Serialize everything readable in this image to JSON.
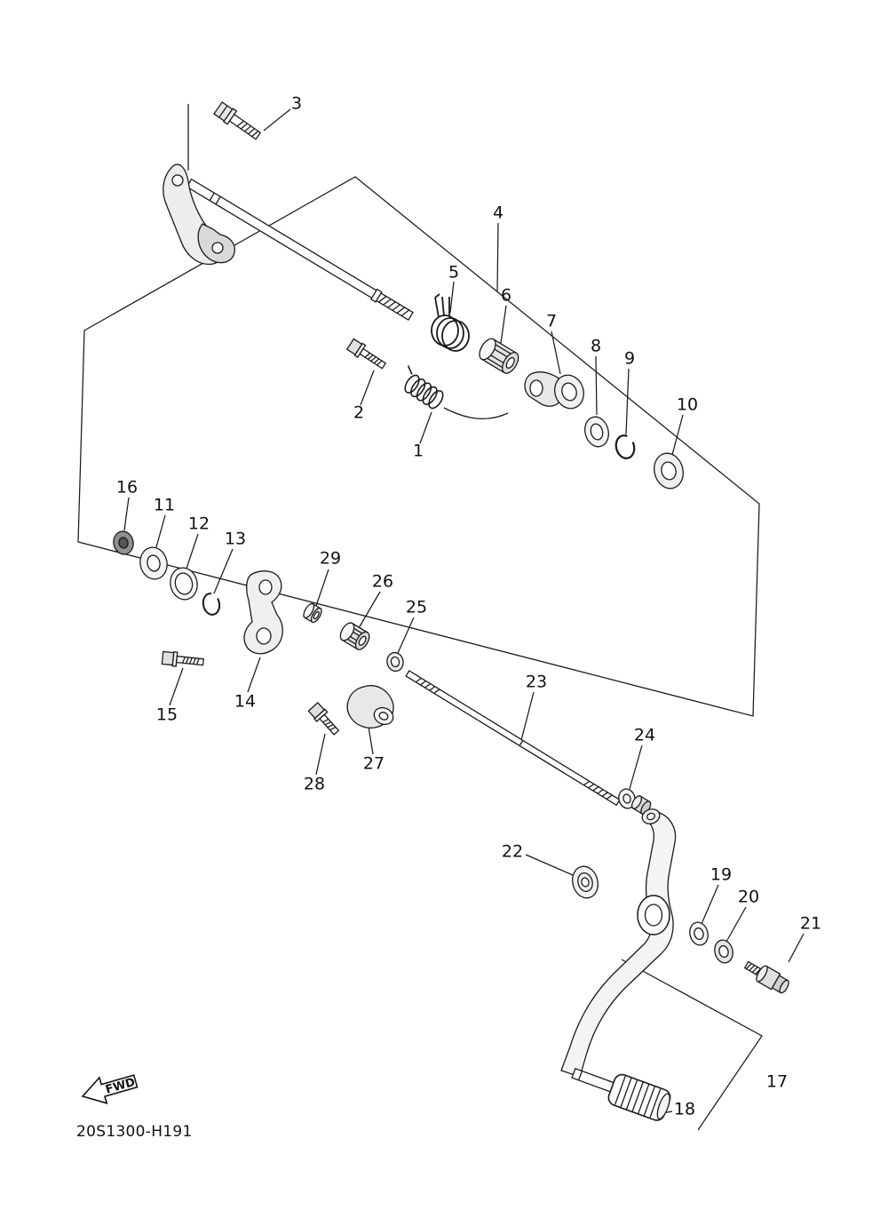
{
  "page": {
    "background": "#ffffff",
    "line_color": "#1a1a1a"
  },
  "diagram": {
    "code": "20S1300-H191",
    "fwd_label": "FWD",
    "callouts": [
      "1",
      "2",
      "3",
      "4",
      "5",
      "6",
      "7",
      "8",
      "9",
      "10",
      "11",
      "12",
      "13",
      "14",
      "15",
      "16",
      "17",
      "18",
      "19",
      "20",
      "21",
      "22",
      "23",
      "24",
      "25",
      "26",
      "27",
      "28",
      "29"
    ]
  }
}
